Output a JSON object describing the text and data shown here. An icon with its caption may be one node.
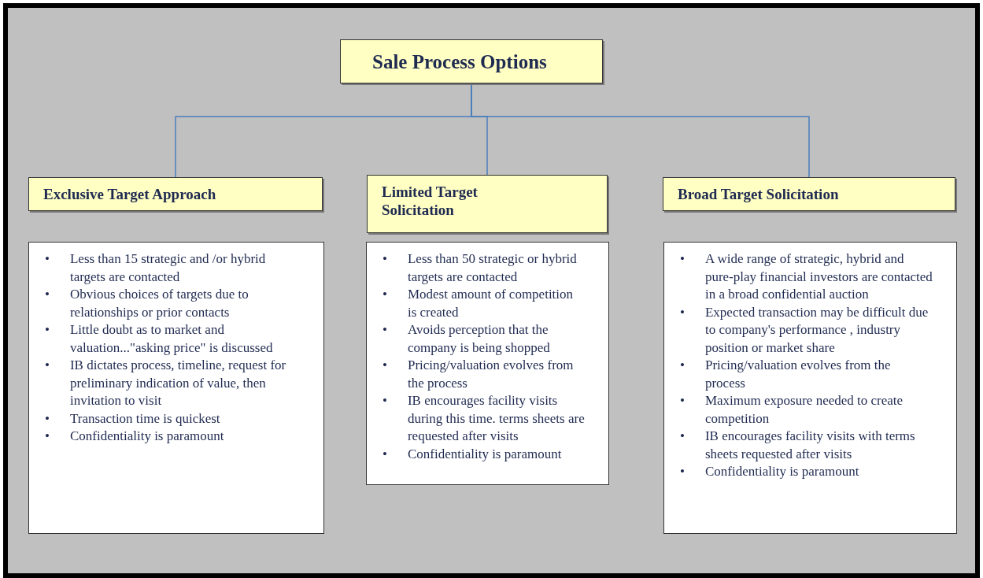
{
  "diagram": {
    "nodes": [
      {
        "text": [
          "Sale Process Options"
        ]
      },
      {
        "text": [
          "Exclusive Target Approach"
        ]
      },
      {
        "text": [
          "Limited Target Solicitation"
        ]
      },
      {
        "text": [
          "Broad Target Solicitation"
        ]
      },
      {
        "text": [
          "•",
          "Less than 15 strategic and /or hybrid targets are contacted",
          "•",
          "Obvious choices of targets  due to relationships or prior contacts",
          "•",
          "Little doubt as to market and valuation...\"asking price\" is discussed",
          "•",
          "IB dictates process, timeline, request for preliminary indication of value, then invitation to visit",
          "•",
          "Transaction time is  quickest",
          "•",
          "Confidentiality is paramount"
        ]
      },
      {
        "text": [
          "•",
          "Less than 50 strategic or hybrid targets are contacted",
          "•",
          "Modest amount of competition is created",
          "•",
          "Avoids perception that the company is being shopped",
          "•",
          "Pricing/valuation evolves from the process",
          "•",
          "IB encourages facility visits during this time. terms sheets are requested after visits",
          "•",
          "Confidentiality is paramount"
        ]
      },
      {
        "text": [
          "•",
          "A wide range of strategic, hybrid and pure-play financial investors are contacted in a  broad confidential auction",
          "•",
          "Expected transaction may be difficult due to company's performance , industry position or market share",
          "•",
          "Pricing/valuation evolves from the process",
          "•",
          "Maximum exposure needed to create  competition",
          "•",
          "IB encourages facility visits with terms sheets requested  after visits",
          "•",
          "Confidentiality is paramount"
        ]
      }
    ],
    "edges": [
      {
        "from": 0,
        "to": 1,
        "arrow": "none"
      },
      {
        "from": 0,
        "to": 2,
        "arrow": "none"
      },
      {
        "from": 0,
        "to": 3,
        "arrow": "none"
      }
    ]
  }
}
